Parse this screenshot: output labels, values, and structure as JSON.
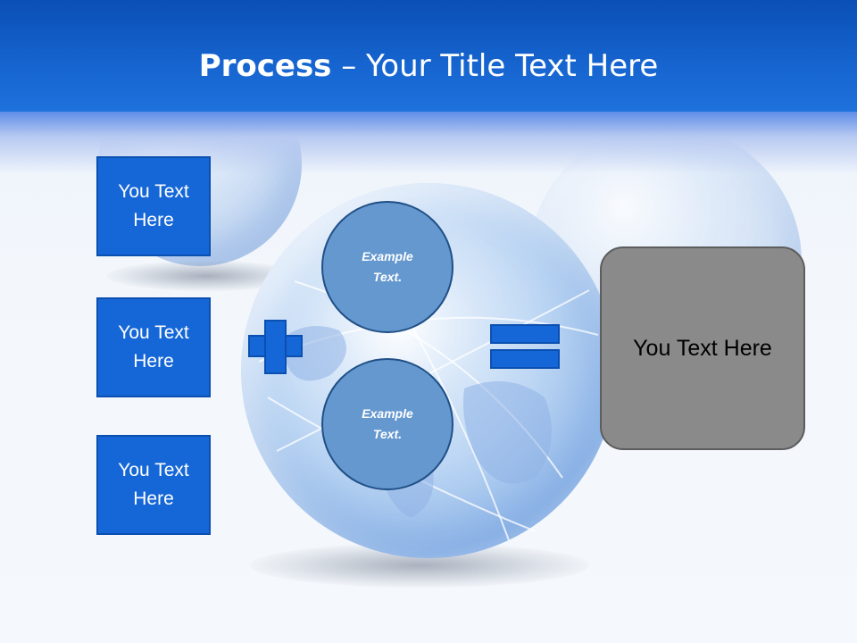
{
  "slide": {
    "title_bold": "Process",
    "title_rest": " – Your Title Text Here",
    "left_boxes": [
      {
        "label": "You Text Here"
      },
      {
        "label": "You Text Here"
      },
      {
        "label": "You Text Here"
      }
    ],
    "circles": [
      {
        "label": "Example Text."
      },
      {
        "label": "Example Text."
      }
    ],
    "result_box": {
      "label": "You Text Here"
    },
    "colors": {
      "header_blue": "#1664cf",
      "box_blue": "#1567d7",
      "circle_blue": "#6598cf",
      "result_gray": "#8a8a8a"
    },
    "icons": [
      "plus-icon",
      "equals-icon",
      "globe-image"
    ]
  }
}
